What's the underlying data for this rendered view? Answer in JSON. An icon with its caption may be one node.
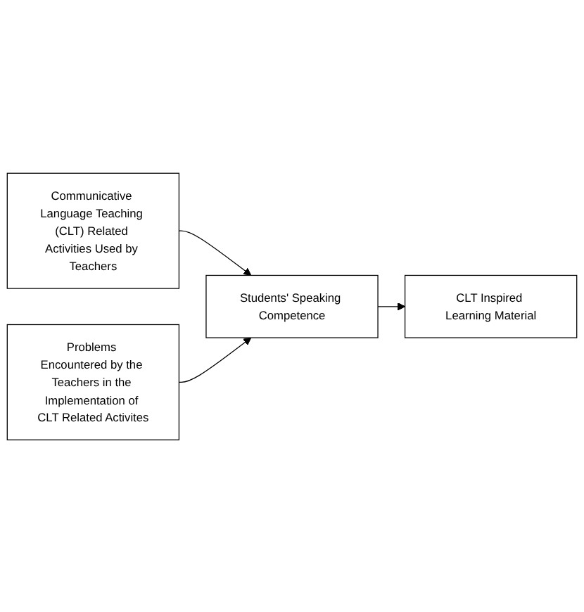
{
  "diagram": {
    "nodes": [
      {
        "text": [
          "Communicative Language Teaching (CLT) Related Activities Used by Teachers"
        ]
      },
      {
        "text": [
          "Problems Encountered by the Teachers in the Implementation of CLT Related Activites"
        ]
      },
      {
        "text": [
          "Students' Speaking Competence"
        ]
      },
      {
        "text": [
          "CLT Inspired Learning Material"
        ]
      }
    ],
    "edges": [
      {
        "from": 0,
        "to": 2,
        "arrow": "to"
      },
      {
        "from": 1,
        "to": 2,
        "arrow": "to"
      },
      {
        "from": 2,
        "to": 3,
        "arrow": "to"
      }
    ]
  }
}
